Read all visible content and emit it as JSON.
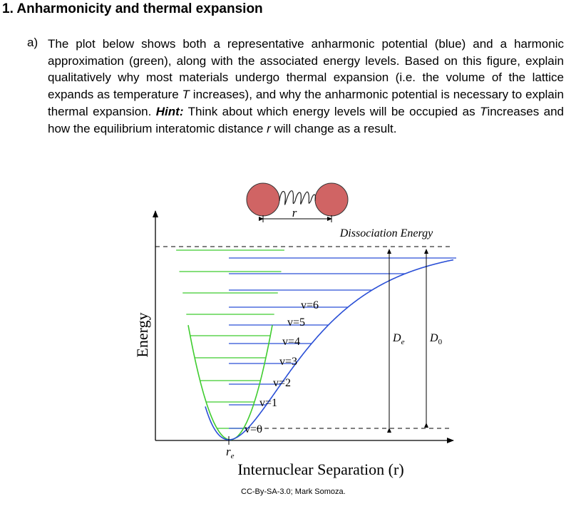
{
  "heading": "1. Anharmonicity and thermal expansion",
  "question": {
    "letter": "a)",
    "text_1": "The plot below shows both a representative anharmonic potential (blue) and a harmonic approximation (green), along with the associated energy levels. Based on this figure, explain qualitatively why most materials undergo thermal expansion (i.e. the volume of the lattice expands as temperature ",
    "var_T": "T",
    "text_2": " increases), and why the anharmonic potential is necessary to explain thermal expansion. ",
    "hint_label": "Hint:",
    "text_3": " Think about which energy levels will be occupied as ",
    "var_T2": "T",
    "text_4": "increases and how the equilibrium interatomic distance ",
    "var_r": "r",
    "text_5": " will change as a result."
  },
  "figure": {
    "y_axis_label": "Energy",
    "x_axis_label": "Internuclear Separation (r)",
    "dissociation_label": "Dissociation Energy",
    "molecule_label": "r",
    "re_label": "r",
    "re_sub": "e",
    "De_label": "D",
    "De_sub": "e",
    "D0_label": "D",
    "D0_sub": "0",
    "levels": [
      "v=0",
      "v=1",
      "v=2",
      "v=3",
      "v=4",
      "v=5",
      "v=6"
    ],
    "colors": {
      "anharmonic": "#2a4fd6",
      "harmonic": "#3fcc2f",
      "atom": "#d06464",
      "axis": "#000000"
    },
    "credit": "CC-By-SA-3.0; Mark Somoza."
  }
}
